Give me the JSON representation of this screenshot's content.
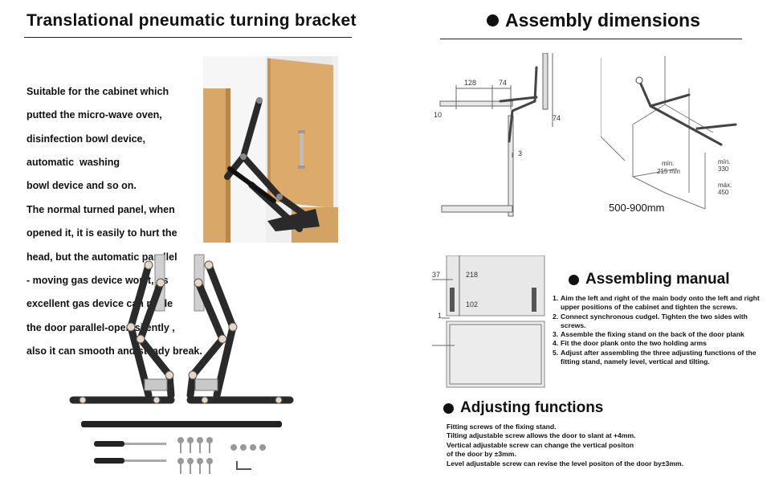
{
  "left_title": "Translational pneumatic turning bracket",
  "right_title": "Assembly dimensions",
  "description": [
    "Suitable for the cabinet which",
    "putted the micro-wave oven,",
    "disinfection bowl device,",
    "automatic  washing",
    "bowl device and so on.",
    "The normal turned panel, when",
    "opened it, it is easily to hurt the",
    "head, but the automatic parallel",
    "- moving gas device won't, its",
    "excellent gas device can made",
    "the door parallel-open silently ,",
    "also it can smooth and steady break."
  ],
  "side_diagram": {
    "dim_128": "128",
    "dim_74_top": "74",
    "dim_74_side": "74",
    "dim_10": "10",
    "dim_3": "3"
  },
  "iso_diagram": {
    "min_label": "mín.",
    "min_value": "330",
    "max_label": "máx.",
    "max_value": "450",
    "depth_label": "mín.",
    "depth_value": "215 mm",
    "size_range": "500-900mm"
  },
  "front_diagram": {
    "dim_37": "37",
    "dim_218": "218",
    "dim_102": "102",
    "dim_1": "1"
  },
  "assembling_manual": {
    "title": "Assembling manual",
    "steps": [
      {
        "num": "1.",
        "text": "Aim the left and right of the main body onto the left and right upper positions of the cabinet and tighten the screws."
      },
      {
        "num": "2.",
        "text": "Connect synchronous cudgel. Tighten the two sides with screws."
      },
      {
        "num": "3.",
        "text": "Assemble the fixing stand on the back of the door plank"
      },
      {
        "num": "4.",
        "text": "Fit the door plank onto the two holding arms"
      },
      {
        "num": "5.",
        "text": "Adjust after assembling the three adjusting functions of the fitting stand, namely level, vertical and tilting."
      }
    ]
  },
  "adjusting_functions": {
    "title": "Adjusting functions",
    "lines": [
      "Fitting screws of the fixing stand.",
      "Tilting adjustable screw allows the door to slant at +4mm.",
      "Vertical adjustable screw can change the vertical positon",
      "of the door by ±3mm.",
      "Level adjustable screw can revise the level positon of the door by±3mm."
    ]
  },
  "colors": {
    "bracket": "#2a2a2a",
    "wood": "#d9a869",
    "wood_dark": "#b88848",
    "wall": "#e7e7e7",
    "line": "#666666"
  }
}
